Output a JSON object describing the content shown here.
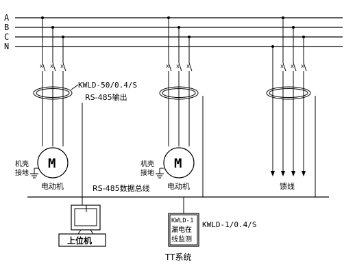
{
  "bus_labels": [
    "A",
    "B",
    "C",
    "N"
  ],
  "motor1": {
    "symbol": "M",
    "ct_model": "KWLD-50/0.4/S",
    "rs485_out": "RS-485输出",
    "casing_ground": [
      "机壳",
      "接地"
    ],
    "caption": "电动机"
  },
  "motor2": {
    "symbol": "M",
    "casing_ground": [
      "机壳",
      "接地"
    ],
    "caption": "电动机"
  },
  "feeder": {
    "caption": "馈线"
  },
  "bus485": {
    "label": "RS-485数据总线"
  },
  "host": {
    "label": "上位机"
  },
  "monitor": {
    "lines": [
      "KWLD-1",
      "漏电在",
      "线监测"
    ],
    "model": "KWLD-1/0.4/S",
    "system_label": "TT系统"
  },
  "colors": {
    "line": "#000000",
    "background": "#ffffff"
  }
}
